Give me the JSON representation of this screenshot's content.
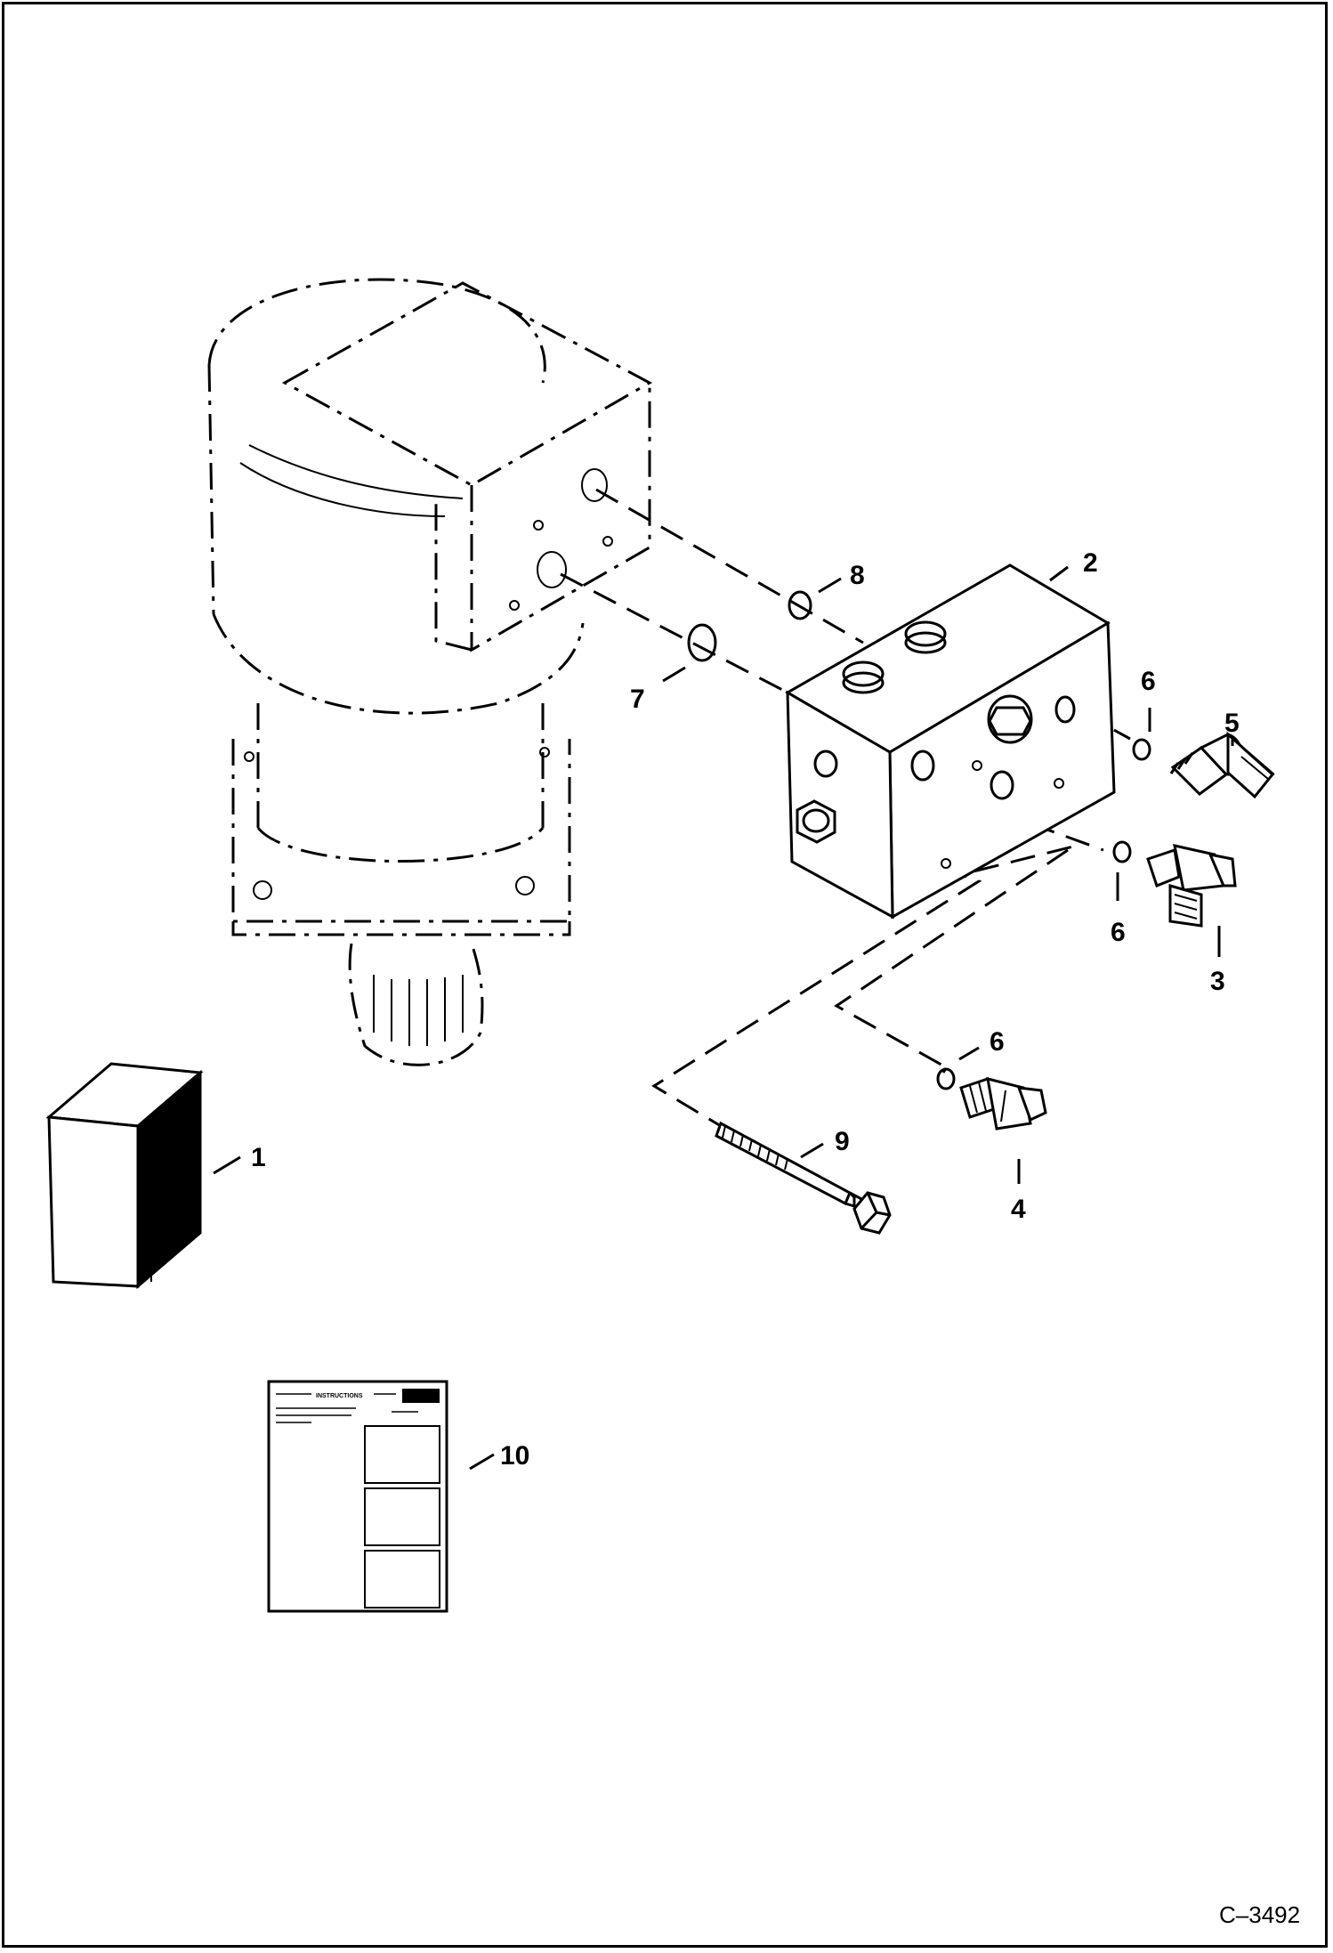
{
  "figure": {
    "id_label": "C–3492"
  },
  "callouts": [
    {
      "part": "motor-kit-box",
      "number": "1"
    },
    {
      "part": "valve-block",
      "number": "2"
    },
    {
      "part": "tee-fitting",
      "number": "3"
    },
    {
      "part": "elbow-fitting-90",
      "number": "4"
    },
    {
      "part": "elbow-fitting-45",
      "number": "5"
    },
    {
      "part": "o-ring-right-top",
      "number": "6"
    },
    {
      "part": "o-ring-right-bottom",
      "number": "6"
    },
    {
      "part": "o-ring-lower",
      "number": "6"
    },
    {
      "part": "o-ring-large",
      "number": "7"
    },
    {
      "part": "o-ring-small",
      "number": "8"
    },
    {
      "part": "bolt",
      "number": "9"
    },
    {
      "part": "instruction-sheet",
      "number": "10"
    }
  ],
  "instruction_sheet": {
    "heading": "INSTRUCTIONS"
  }
}
